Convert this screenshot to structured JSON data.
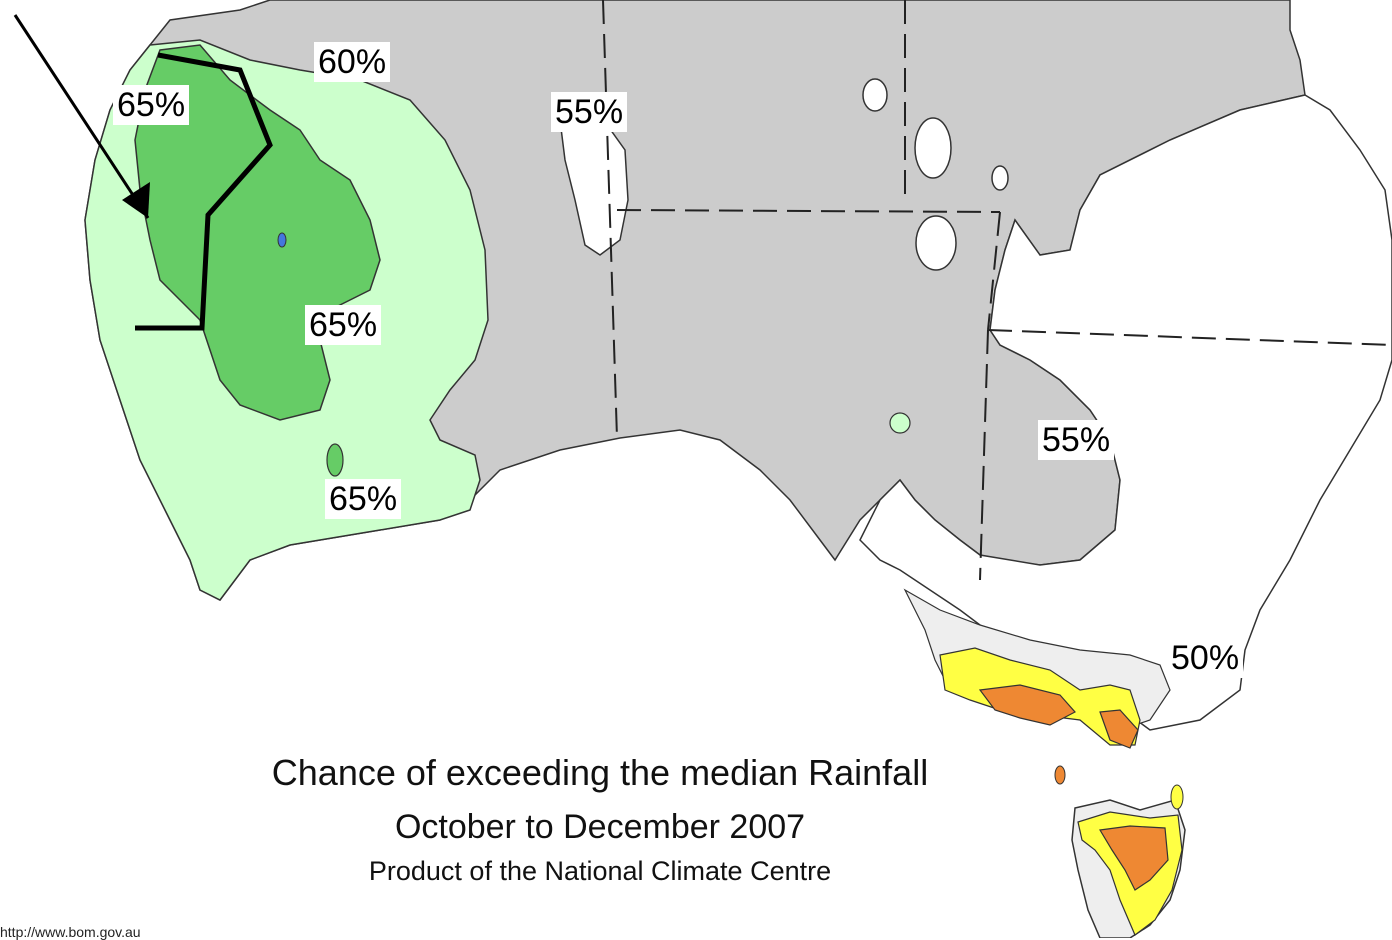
{
  "labels": [
    "60%",
    "65%",
    "55%",
    "65%",
    "65%",
    "55%",
    "50%"
  ],
  "title": {
    "line1": "Chance of exceeding the median Rainfall",
    "line2": "October to December 2007",
    "line3": "Product of the National Climate Centre"
  },
  "footer_url": "http://www.bom.gov.au",
  "colors": {
    "above_55": "#cccccc",
    "above_60": "#ccffcc",
    "above_65": "#66cc66",
    "above_70": "#4477dd",
    "below_45": "#ffff44",
    "below_40": "#ee8833",
    "near_50": "#ffffff",
    "near_50_grey": "#eeeeee"
  }
}
